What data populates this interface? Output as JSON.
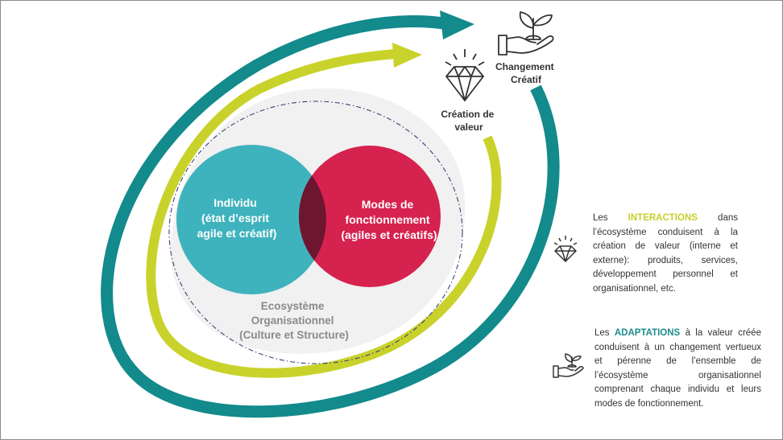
{
  "diagram": {
    "circle_left": {
      "line1": "Individu",
      "line2": "(état d’esprit",
      "line3": "agile et créatif)"
    },
    "circle_right": {
      "line1": "Modes de",
      "line2": "fonctionnement",
      "line3": "(agiles et créatifs)"
    },
    "ecosystem": {
      "line1": "Ecosystème",
      "line2": "Organisationnel",
      "line3": "(Culture et Structure)"
    },
    "value_creation": {
      "line1": "Création de",
      "line2": "valeur",
      "icon": "diamond-icon"
    },
    "creative_change": {
      "line1": "Changement",
      "line2": "Créatif",
      "icon": "hand-plant-icon"
    }
  },
  "legend": {
    "interactions": {
      "icon": "diamond-icon",
      "prefix": "Les",
      "keyword": "INTERACTIONS",
      "text": "dans l’écosystème conduisent à la création de valeur (interne et externe): produits, services, développement personnel et organisationnel, etc."
    },
    "adaptations": {
      "icon": "hand-plant-icon",
      "prefix": "Les",
      "keyword": "ADAPTATIONS",
      "text": "à la valeur créée conduisent à un changement vertueux et pérenne de l’ensemble de l’écosystème organisationnel comprenant chaque individu et leurs modes de fonctionnement."
    }
  },
  "colors": {
    "teal_ring": "#138a8c",
    "lime_ring": "#c9d22b",
    "circle_left": "#3fb3bd",
    "circle_right": "#d6224f",
    "overlap": "#6e1530",
    "keyword_interactions": "#c8cf2a",
    "keyword_adaptations": "#1e8a8c"
  }
}
